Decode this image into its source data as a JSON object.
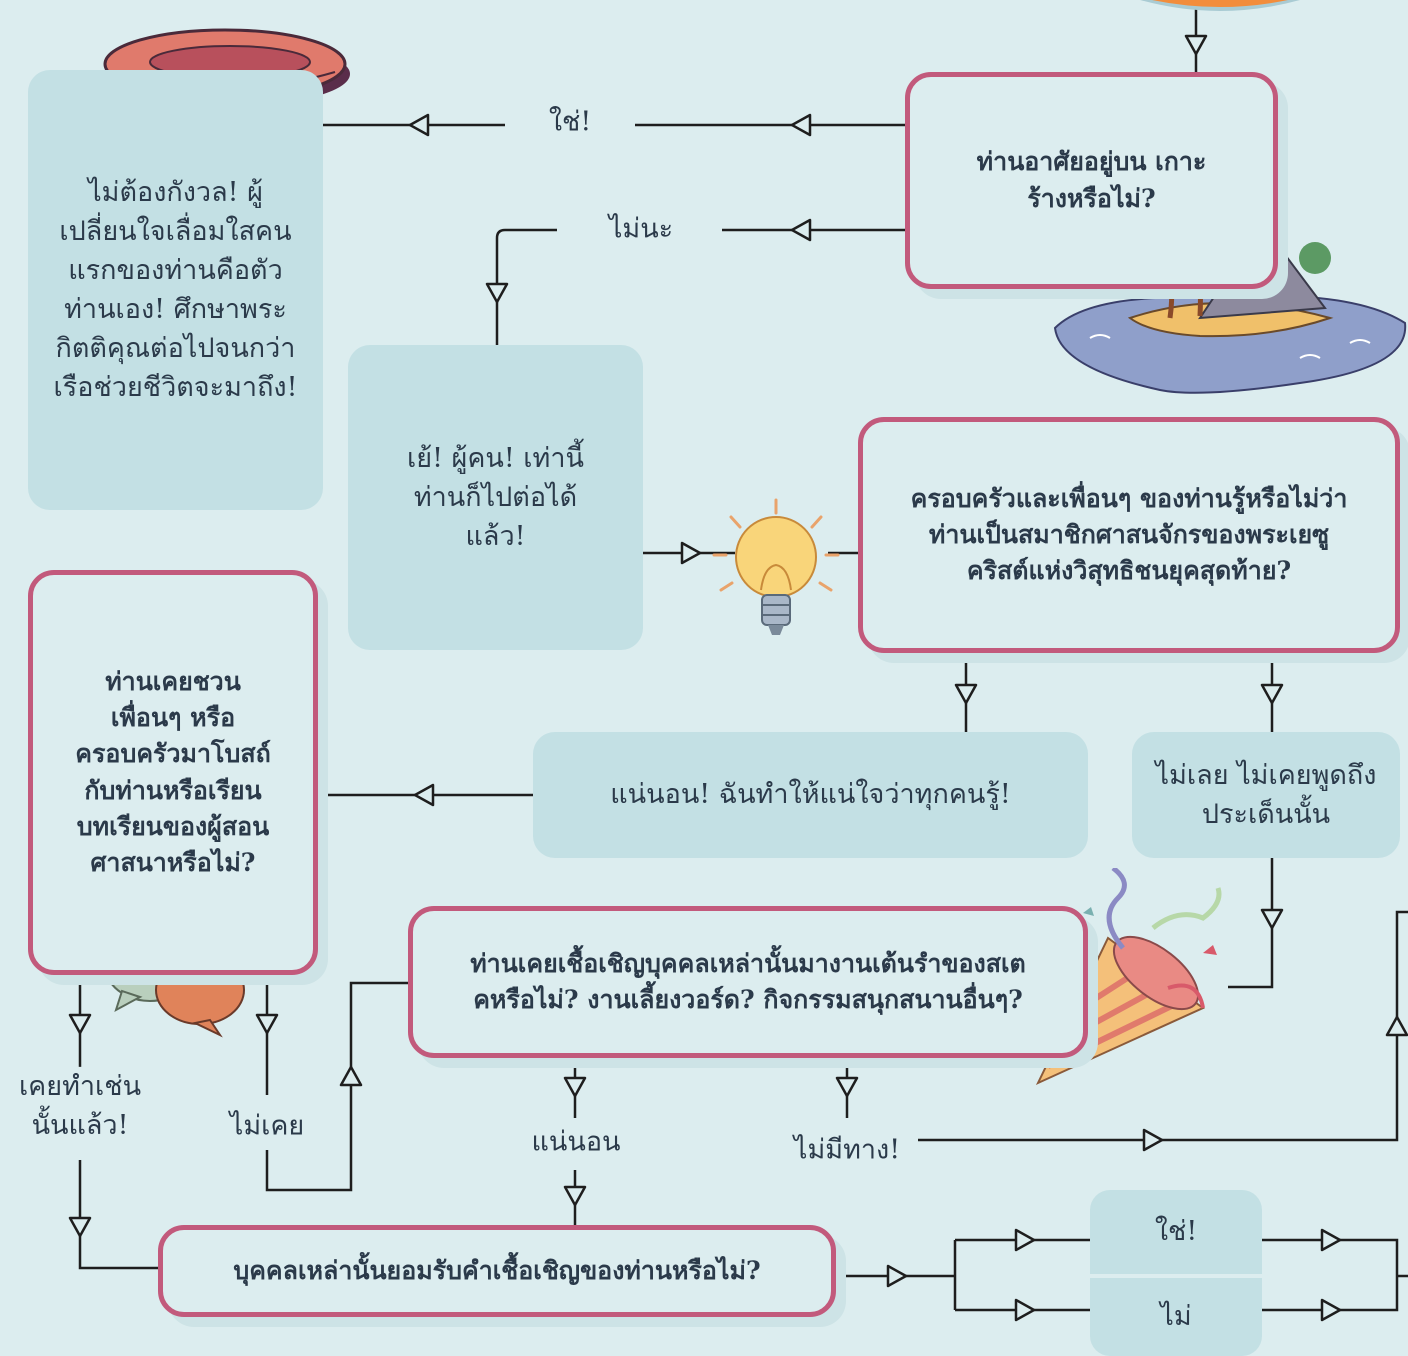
{
  "colors": {
    "background": "#dcedef",
    "answer_fill": "#c3e0e4",
    "question_border": "#c25a7c",
    "line": "#1e1e1e"
  },
  "nodes": {
    "q_island": "ท่านอาศัยอยู่บน เกาะร้างหรือไม่?",
    "a_no_worry": "ไม่ต้องกังวล! ผู้เปลี่ยนใจเลื่อมใสคนแรกของท่านคือตัวท่านเอง! ศึกษาพระกิตติคุณต่อไปจนกว่าเรือช่วยชีวิตจะมาถึง!",
    "a_hey_people": "เย้! ผู้คน! เท่านี้ ท่านก็ไปต่อได้แล้ว!",
    "q_family_know": "ครอบครัวและเพื่อนๆ ของท่านรู้หรือไม่ว่าท่านเป็นสมาชิกศาสนจักรของพระเยซูคริสต์แห่งวิสุทธิชนยุคสุดท้าย?",
    "a_sure_everyone": "แน่นอน! ฉันทำให้แน่ใจว่าทุกคนรู้!",
    "a_never_mention": "ไม่เลย ไม่เคยพูดถึงประเด็นนั้น",
    "q_invited_church": "ท่านเคยชวนเพื่อนๆ หรือครอบครัวมาโบสถ์กับท่านหรือเรียนบทเรียนของผู้สอนศาสนาหรือไม่?",
    "q_invited_dance": "ท่านเคยเชื้อเชิญบุคคลเหล่านั้นมางานเต้นรำของสเตคหรือไม่? งานเลี้ยงวอร์ด? กิจกรรมสนุกสนานอื่นๆ?",
    "q_accepted": "บุคคลเหล่านั้นยอมรับคำเชื้อเชิญของท่านหรือไม่?",
    "a_yes_box": "ใช่!",
    "a_no_box": "ไม่"
  },
  "labels": {
    "yes_island": "ใช่!",
    "no_island": "ไม่นะ",
    "done_it": "เคยทำเช่นนั้นแล้ว!",
    "never": "ไม่เคย",
    "of_course": "แน่นอน",
    "no_way": "ไม่มีทาง!"
  }
}
